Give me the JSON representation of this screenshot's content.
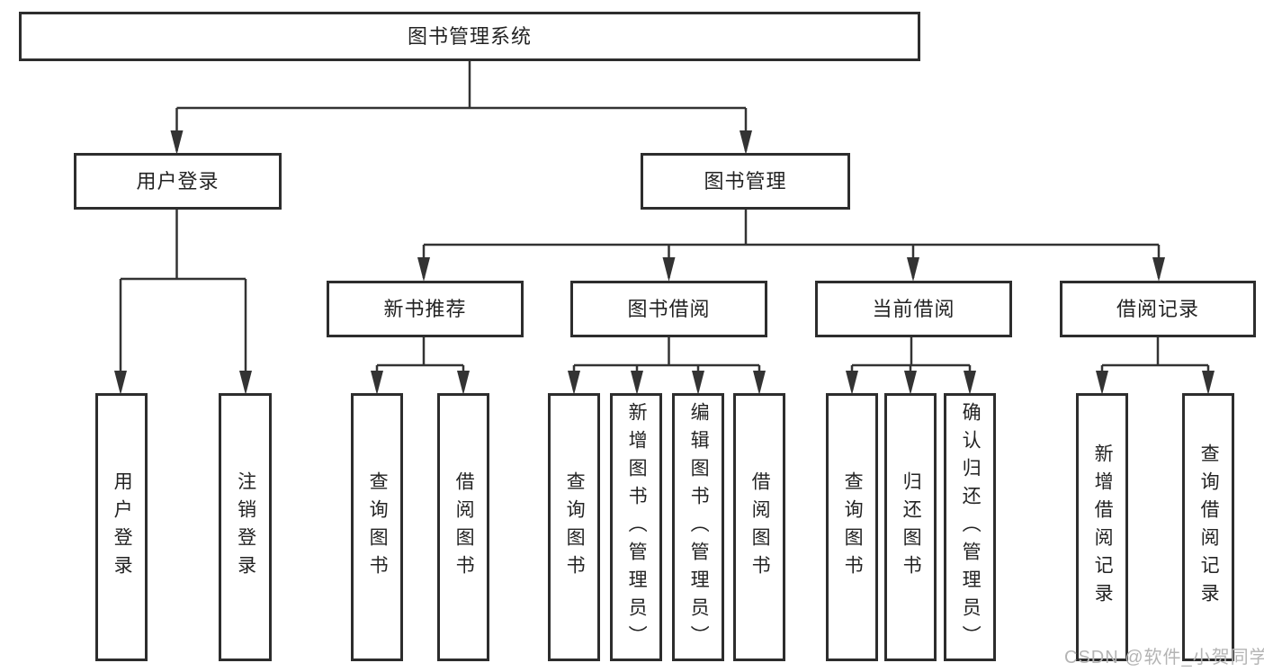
{
  "tree": {
    "label": "图书管理系统",
    "children": [
      {
        "label": "用户登录",
        "children": [
          {
            "label": "用户登录"
          },
          {
            "label": "注销登录"
          }
        ]
      },
      {
        "label": "图书管理",
        "children": [
          {
            "label": "新书推荐",
            "children": [
              {
                "label": "查询图书"
              },
              {
                "label": "借阅图书"
              }
            ]
          },
          {
            "label": "图书借阅",
            "children": [
              {
                "label": "查询图书"
              },
              {
                "label": "新增图书（管理员）"
              },
              {
                "label": "编辑图书（管理员）"
              },
              {
                "label": "借阅图书"
              }
            ]
          },
          {
            "label": "当前借阅",
            "children": [
              {
                "label": "查询图书"
              },
              {
                "label": "归还图书"
              },
              {
                "label": "确认归还（管理员）"
              }
            ]
          },
          {
            "label": "借阅记录",
            "children": [
              {
                "label": "新增借阅记录"
              },
              {
                "label": "查询借阅记录"
              }
            ]
          }
        ]
      }
    ]
  },
  "watermark": {
    "text": "CSDN @软件_小贺同学"
  },
  "colors": {
    "line": "#333333",
    "border": "#2d2d2d",
    "text": "#232323",
    "watermark": "#b4b4b4"
  }
}
